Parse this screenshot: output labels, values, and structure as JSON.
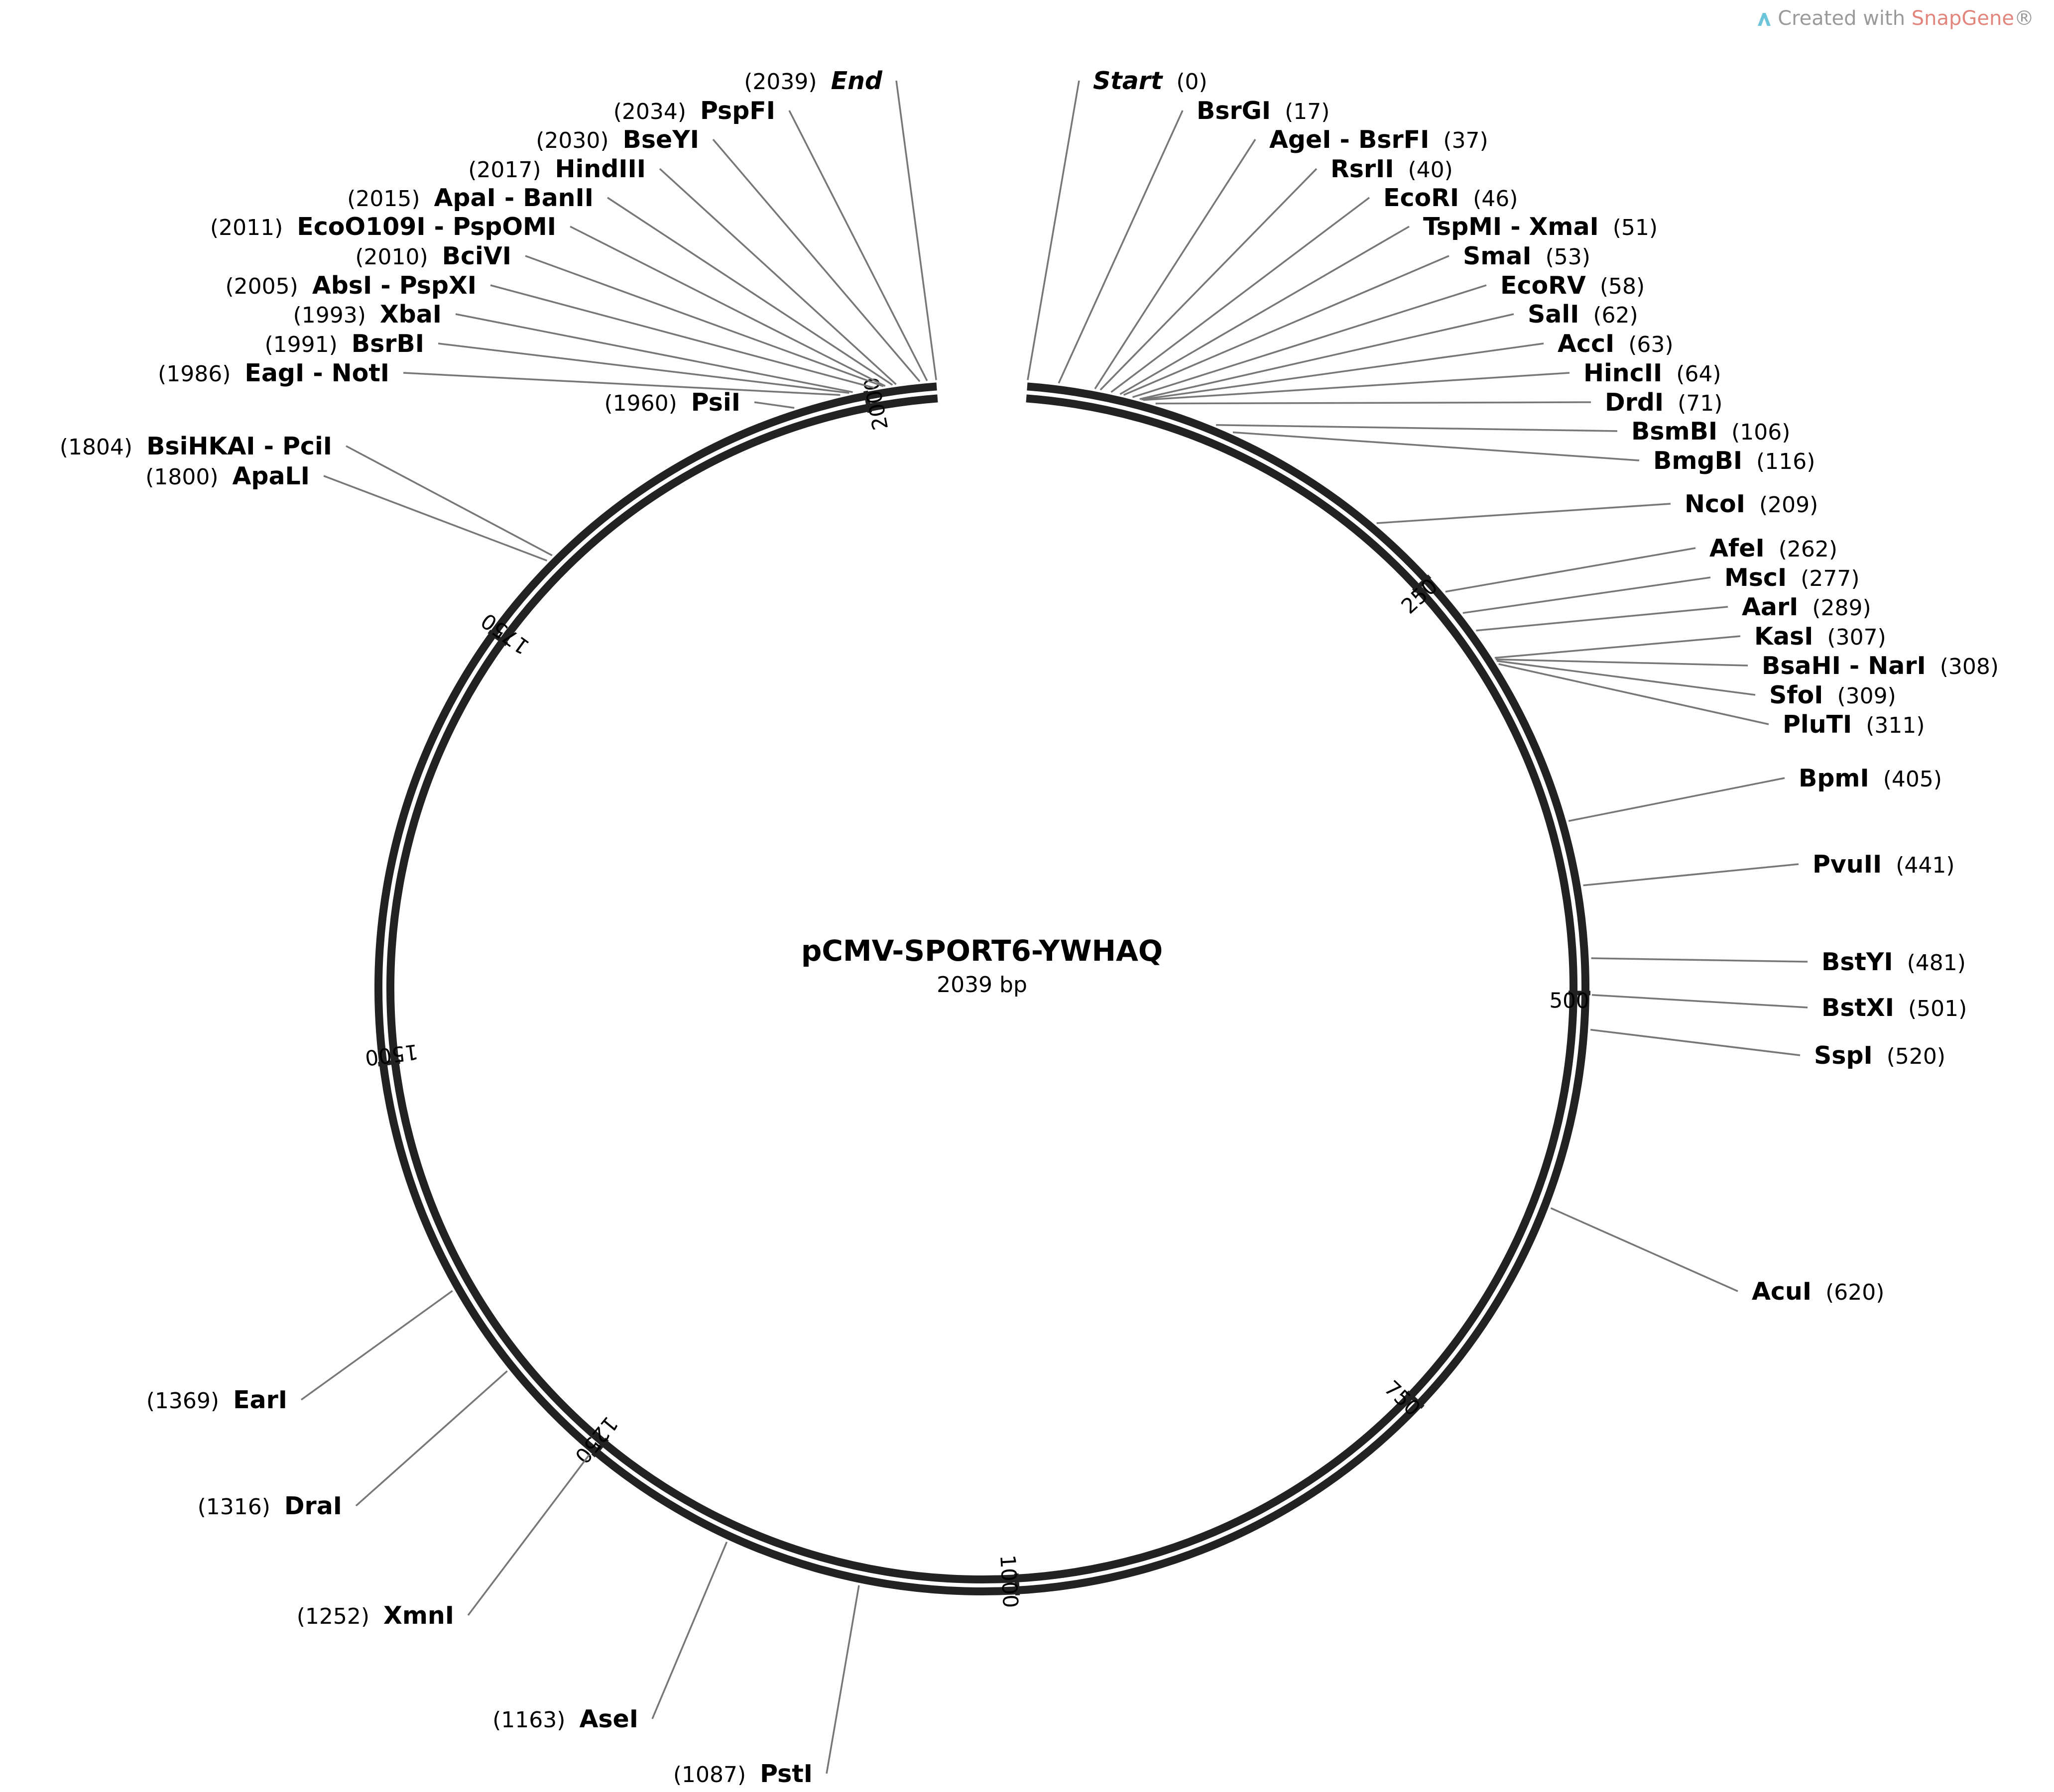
{
  "watermark": {
    "prefix": "Created with ",
    "brand": "SnapGene",
    "mark": "®"
  },
  "plasmid": {
    "name": "pCMV-SPORT6-YWHAQ",
    "length_label": "2039 bp",
    "length": 2039
  },
  "ticks": [
    "250",
    "500",
    "750",
    "1000",
    "1250",
    "1500",
    "1750",
    "2000"
  ],
  "features": [
    {
      "parts": [
        "Start"
      ],
      "pos": "(0)",
      "italic": true
    },
    {
      "parts": [
        "BsrGI"
      ],
      "pos": "(17)"
    },
    {
      "parts": [
        "AgeI",
        "BsrFI"
      ],
      "pos": "(37)"
    },
    {
      "parts": [
        "RsrII"
      ],
      "pos": "(40)"
    },
    {
      "parts": [
        "EcoRI"
      ],
      "pos": "(46)"
    },
    {
      "parts": [
        "TspMI",
        "XmaI"
      ],
      "pos": "(51)"
    },
    {
      "parts": [
        "SmaI"
      ],
      "pos": "(53)"
    },
    {
      "parts": [
        "EcoRV"
      ],
      "pos": "(58)"
    },
    {
      "parts": [
        "SalI"
      ],
      "pos": "(62)"
    },
    {
      "parts": [
        "AccI"
      ],
      "pos": "(63)"
    },
    {
      "parts": [
        "HincII"
      ],
      "pos": "(64)"
    },
    {
      "parts": [
        "DrdI"
      ],
      "pos": "(71)"
    },
    {
      "parts": [
        "BsmBI"
      ],
      "pos": "(106)"
    },
    {
      "parts": [
        "BmgBI"
      ],
      "pos": "(116)"
    },
    {
      "parts": [
        "NcoI"
      ],
      "pos": "(209)"
    },
    {
      "parts": [
        "AfeI"
      ],
      "pos": "(262)"
    },
    {
      "parts": [
        "MscI"
      ],
      "pos": "(277)"
    },
    {
      "parts": [
        "AarI"
      ],
      "pos": "(289)"
    },
    {
      "parts": [
        "KasI"
      ],
      "pos": "(307)"
    },
    {
      "parts": [
        "BsaHI",
        "NarI"
      ],
      "pos": "(308)"
    },
    {
      "parts": [
        "SfoI"
      ],
      "pos": "(309)"
    },
    {
      "parts": [
        "PluTI"
      ],
      "pos": "(311)"
    },
    {
      "parts": [
        "BpmI"
      ],
      "pos": "(405)"
    },
    {
      "parts": [
        "PvuII"
      ],
      "pos": "(441)"
    },
    {
      "parts": [
        "BstYI"
      ],
      "pos": "(481)"
    },
    {
      "parts": [
        "BstXI"
      ],
      "pos": "(501)"
    },
    {
      "parts": [
        "SspI"
      ],
      "pos": "(520)"
    },
    {
      "parts": [
        "AcuI"
      ],
      "pos": "(620)"
    },
    {
      "parts": [
        "PstI"
      ],
      "pos": "(1087)"
    },
    {
      "parts": [
        "AseI"
      ],
      "pos": "(1163)"
    },
    {
      "parts": [
        "XmnI"
      ],
      "pos": "(1252)"
    },
    {
      "parts": [
        "DraI"
      ],
      "pos": "(1316)"
    },
    {
      "parts": [
        "EarI"
      ],
      "pos": "(1369)"
    },
    {
      "parts": [
        "ApaLI"
      ],
      "pos": "(1800)"
    },
    {
      "parts": [
        "BsiHKAI",
        "PciI"
      ],
      "pos": "(1804)"
    },
    {
      "parts": [
        "PsiI"
      ],
      "pos": "(1960)"
    },
    {
      "parts": [
        "EagI",
        "NotI"
      ],
      "pos": "(1986)"
    },
    {
      "parts": [
        "BsrBI"
      ],
      "pos": "(1991)"
    },
    {
      "parts": [
        "XbaI"
      ],
      "pos": "(1993)"
    },
    {
      "parts": [
        "AbsI",
        "PspXI"
      ],
      "pos": "(2005)"
    },
    {
      "parts": [
        "BciVI"
      ],
      "pos": "(2010)"
    },
    {
      "parts": [
        "EcoO109I",
        "PspOMI"
      ],
      "pos": "(2011)"
    },
    {
      "parts": [
        "ApaI",
        "BanII"
      ],
      "pos": "(2015)"
    },
    {
      "parts": [
        "HindIII"
      ],
      "pos": "(2017)"
    },
    {
      "parts": [
        "BseYI"
      ],
      "pos": "(2030)"
    },
    {
      "parts": [
        "PspFI"
      ],
      "pos": "(2034)"
    },
    {
      "parts": [
        "End"
      ],
      "pos": "(2039)",
      "italic": true
    }
  ]
}
